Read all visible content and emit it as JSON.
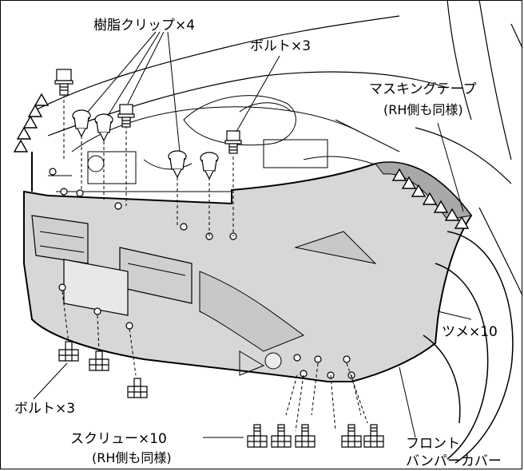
{
  "labels": {
    "resin_clip": "樹脂クリップ×4",
    "bolt_top": "ボルト×3",
    "masking_tape": "マスキングテープ",
    "masking_tape_note": "(RH側も同様)",
    "tab": "ツメ×10",
    "bolt_bottom": "ボルト×3",
    "screw": "スクリュー×10",
    "screw_note": "(RH側も同様)",
    "part_line1": "フロント",
    "part_line2": "バンパーカバー"
  },
  "colors": {
    "line": "#000000",
    "bumper_fill": "#d7d7d7",
    "bumper_dark": "#a8a8a8",
    "background": "#ffffff"
  }
}
